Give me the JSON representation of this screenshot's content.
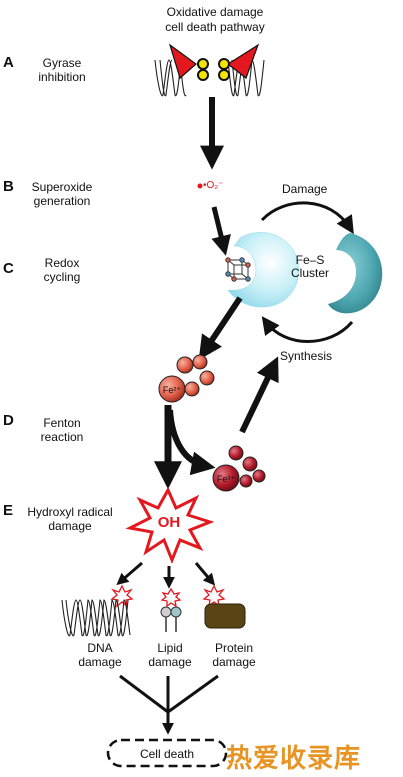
{
  "title": {
    "line1": "Oxidative damage",
    "line2": "cell death pathway"
  },
  "steps": [
    {
      "letter": "A",
      "label": "Gyrase\ninhibition"
    },
    {
      "letter": "B",
      "label": "Superoxide\ngeneration"
    },
    {
      "letter": "C",
      "label": "Redox\ncycling"
    },
    {
      "letter": "D",
      "label": "Fenton\nreaction"
    },
    {
      "letter": "E",
      "label": "Hydroxyl radical\ndamage"
    }
  ],
  "labels": {
    "superoxide": "•O₂⁻",
    "damage": "Damage",
    "synthesis": "Synthesis",
    "fes_line1": "Fe–S",
    "fes_line2": "Cluster",
    "fe2": "Fe²⁺",
    "fe3": "Fe³⁺",
    "oh": "OH",
    "dna": "DNA\ndamage",
    "lipid": "Lipid\ndamage",
    "protein": "Protein\ndamage",
    "cell_death": "Cell death",
    "watermark": "热爱收录库"
  },
  "colors": {
    "red": "#e3181e",
    "yellow": "#f3e500",
    "cyan_light": "#d8f4fb",
    "cyan": "#aee6f3",
    "teal": "#4fa8b2",
    "iron": "#e3604a",
    "iron3": "#b41a2a",
    "protein": "#5a4416",
    "arrow": "#111111"
  }
}
